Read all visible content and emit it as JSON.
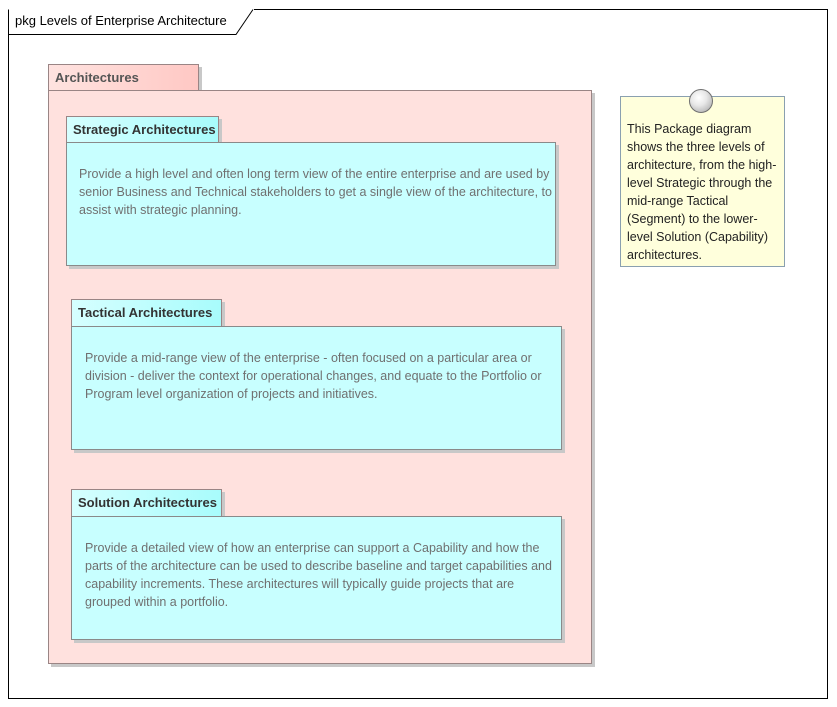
{
  "diagram": {
    "frame_title": "pkg Levels of Enterprise Architecture",
    "outer_package": {
      "name": "Architectures",
      "fill": "#ffe1de"
    },
    "packages": [
      {
        "name": "Strategic Architectures",
        "description": "Provide a high level and often long term view of the entire enterprise and are used by senior Business and Technical stakeholders to get a single view of the architecture, to assist with strategic planning."
      },
      {
        "name": "Tactical Architectures",
        "description": "Provide a mid-range view of the enterprise - often focused on a particular area or division - deliver the context for operational changes, and equate to the Portfolio or Program level organization of projects and initiatives."
      },
      {
        "name": "Solution Architectures",
        "description": "Provide a detailed view of how an enterprise can support a Capability and how the parts of the architecture can be used to describe baseline and target capabilities and capability increments. These architectures will typically guide projects that are grouped within a portfolio."
      }
    ],
    "note": {
      "text": "This Package diagram shows the three levels of architecture, from the high-level Strategic through the mid-range Tactical (Segment) to the lower-level Solution (Capability) architectures.",
      "fill": "#ffffdc"
    },
    "colors": {
      "package_fill": "#c8ffff",
      "outer_fill": "#ffe1de",
      "note_fill": "#ffffdc"
    }
  }
}
